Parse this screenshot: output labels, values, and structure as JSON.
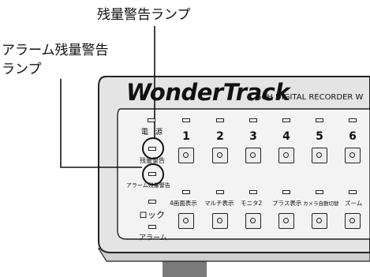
{
  "callouts": {
    "top_label": "残量警告ランプ",
    "left_label_line1": "アラーム残量警告",
    "left_label_line2": "ランプ"
  },
  "device": {
    "brand": "WonderTrack",
    "model_text": "6CH DIGITAL RECORDER W",
    "left_labels": {
      "power": "電　源",
      "remain_warning": "残量警告",
      "alarm_remain_warning": "アラーム残量警告",
      "lock": "ロック",
      "alarm": "アラーム"
    },
    "channel_numbers": [
      "1",
      "2",
      "3",
      "4",
      "5",
      "6"
    ],
    "function_labels": [
      "4画面表示",
      "マルチ表示",
      "モニタ2",
      "プラス表示",
      "カメラ自動切替",
      "ズーム"
    ]
  },
  "colors": {
    "panel": "#e4e4e4",
    "panel_inner": "#f3f3f3",
    "stand": "#7a7a7a",
    "callout_line": "#111111"
  }
}
